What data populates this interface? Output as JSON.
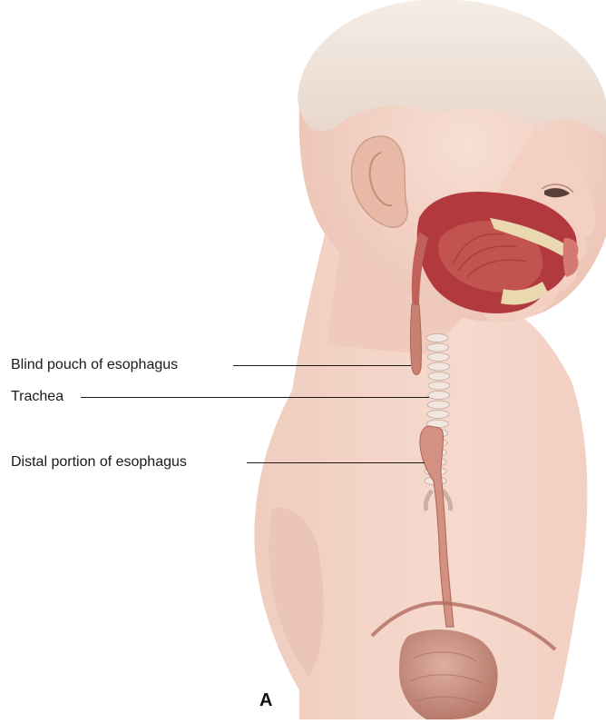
{
  "figure": {
    "panel_letter": "A",
    "labels": {
      "blind_pouch": "Blind pouch of esophagus",
      "trachea": "Trachea",
      "distal_esophagus": "Distal portion of esophagus"
    }
  },
  "colors": {
    "skin": "#f3d2c6",
    "skin_shadow": "#e1b4a4",
    "hair": "#efe6dc",
    "oral_red": "#b23a3e",
    "bone": "#e9d8b0",
    "trachea": "#f1e7e0",
    "esophagus": "#c88070",
    "stomach": "#c99585"
  }
}
